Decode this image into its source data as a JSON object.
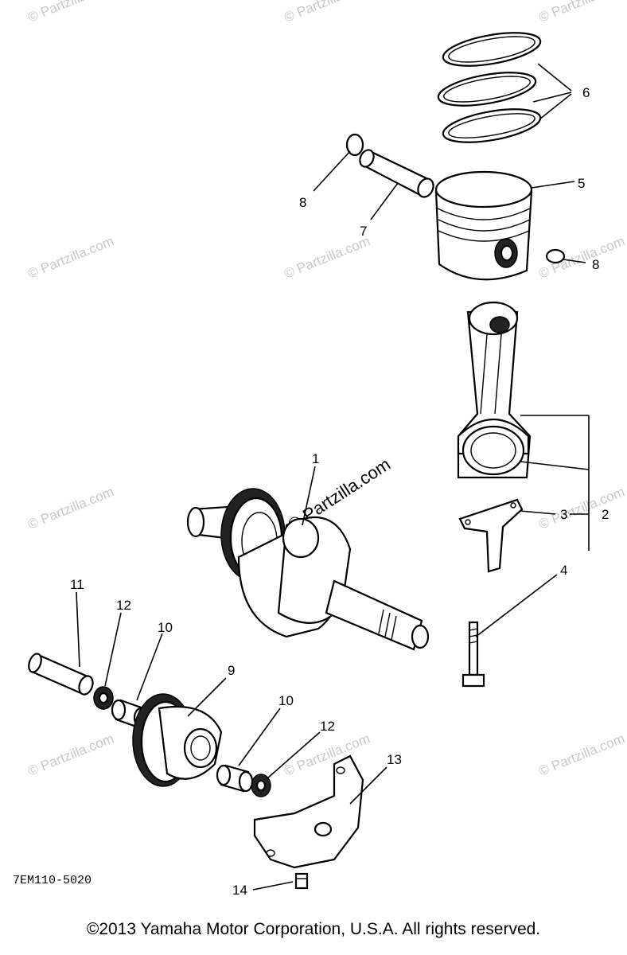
{
  "watermark": "© Partzilla.com",
  "watermark_center": "© Partzilla.com",
  "callouts": {
    "c1": "1",
    "c2": "2",
    "c3": "3",
    "c4": "4",
    "c5": "5",
    "c6": "6",
    "c7": "7",
    "c8a": "8",
    "c8b": "8",
    "c9": "9",
    "c10a": "10",
    "c10b": "10",
    "c11": "11",
    "c12a": "12",
    "c12b": "12",
    "c13": "13",
    "c14": "14"
  },
  "diagram_code": "7EM110-5020",
  "copyright": "©2013 Yamaha Motor Corporation, U.S.A. All rights reserved."
}
